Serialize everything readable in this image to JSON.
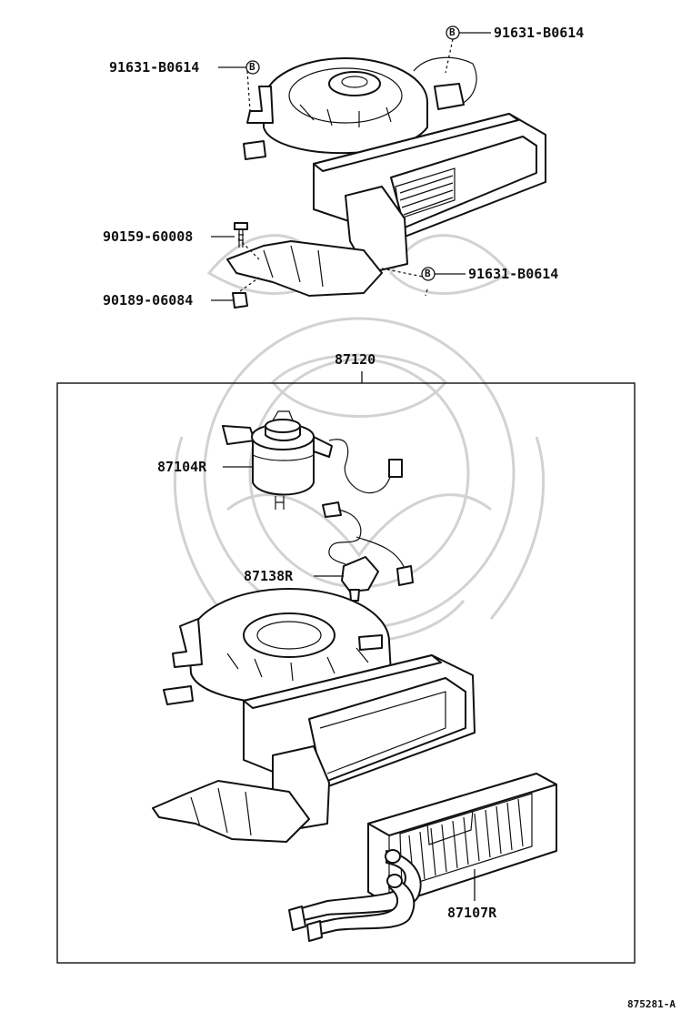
{
  "diagram": {
    "callouts": {
      "top_right_clip": "91631-B0614",
      "top_left_clip": "91631-B0614",
      "screw": "90159-60008",
      "right_clip": "91631-B0614",
      "nut": "90189-06084",
      "assembly": "87120",
      "motor": "87104R",
      "resistor": "87138R",
      "heater_core": "87107R"
    },
    "clip_symbol": "B",
    "figure_ref": "875281-A"
  }
}
